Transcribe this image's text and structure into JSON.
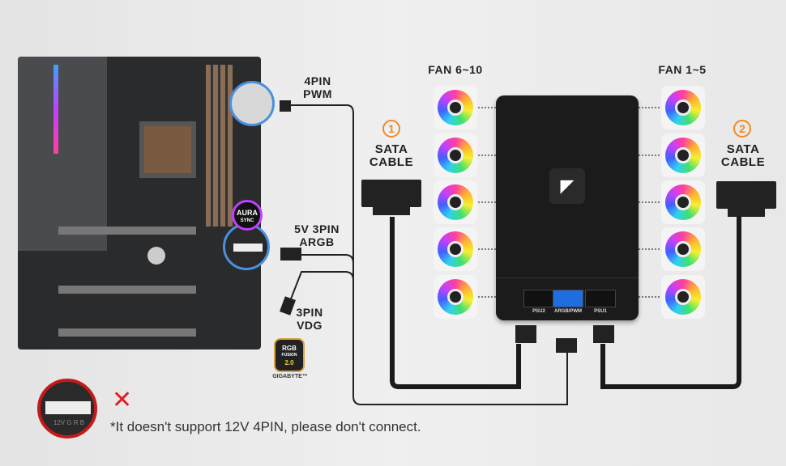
{
  "labels": {
    "pwm": [
      "4PIN",
      "PWM"
    ],
    "argb": [
      "5V 3PIN",
      "ARGB"
    ],
    "vdg": [
      "3PIN",
      "VDG"
    ],
    "fans_left": "FAN 6~10",
    "fans_right": "FAN 1~5",
    "sata1_num": "1",
    "sata1": [
      "SATA",
      "CABLE"
    ],
    "sata2_num": "2",
    "sata2": [
      "SATA",
      "CABLE"
    ]
  },
  "hub": {
    "ports": [
      "PSU2",
      "ARGB/PWM",
      "PSU1"
    ]
  },
  "logos": {
    "aura": [
      "AURA",
      "SYNC"
    ],
    "rgb_fusion": [
      "RGB",
      "FUSION",
      "2.0"
    ],
    "gigabyte": "GIGABYTE™"
  },
  "warning": {
    "text": "*It doesn't support 12V 4PIN, please don't connect.",
    "header_text": "12V G R B",
    "colors": {
      "cross": "#e02020",
      "ring": "#c41a1a"
    }
  },
  "colors": {
    "accent": "#f08a2a",
    "port_blue": "#1e6ee0"
  }
}
